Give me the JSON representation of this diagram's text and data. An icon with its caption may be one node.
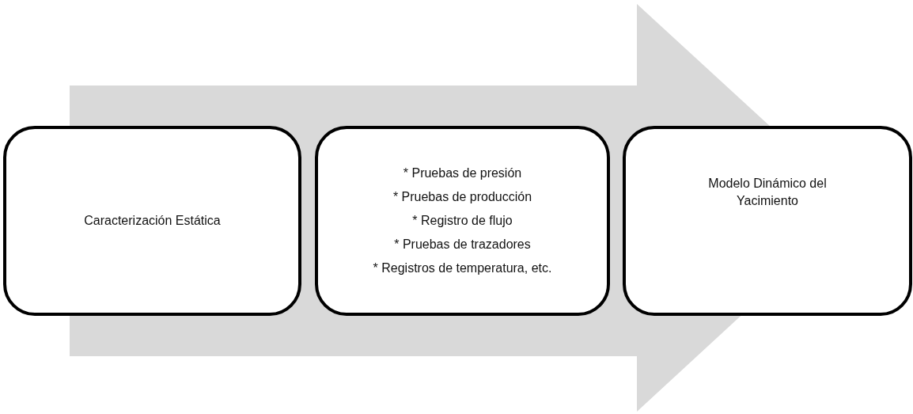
{
  "diagram": {
    "nodes": [
      {
        "text": [
          "Caracterización Estática"
        ]
      },
      {
        "text": [
          "* Pruebas de presión",
          "* Pruebas de producción",
          "* Registro de flujo",
          "* Pruebas de trazadores",
          "* Registros de temperatura, etc."
        ]
      },
      {
        "text": [
          "Modelo Dinámico del Yacimiento"
        ]
      }
    ],
    "edges": [
      {
        "from": 0,
        "to": 2,
        "arrow": "to"
      }
    ]
  }
}
